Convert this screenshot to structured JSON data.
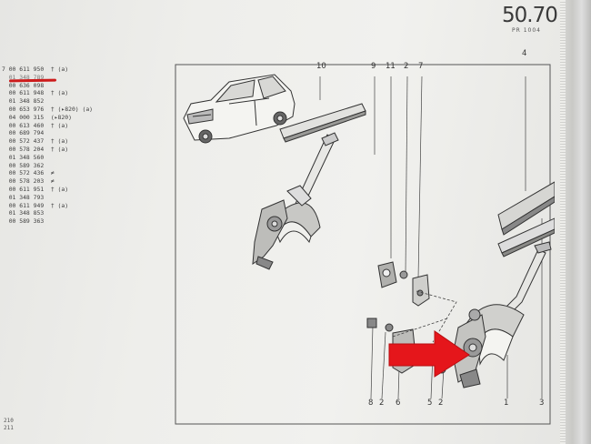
{
  "header": {
    "section_code": "50.70",
    "section_sub": "PR 1004"
  },
  "parts_list": [
    "7 00 611 950  † (a)",
    "  01 348 789",
    "  00 636 098",
    "  00 611 948  † (a)",
    "  01 348 852",
    "  00 653 976  † (▸820) (a)",
    "  04 000 315  (▸820)",
    "  00 613 460  † (a)",
    "  00 689 794",
    "  00 572 437  † (a)",
    "  00 578 204  † (a)",
    "  01 348 560",
    "  00 589 362",
    "  00 572 436  ≠",
    "  00 578 203  ≠",
    "  00 611 951  † (a)",
    "  01 348 793",
    "  00 611 949  † (a)",
    "  01 348 853",
    "  00 589 363"
  ],
  "page_numbers": {
    "left_bottom": "210",
    "left_bottom_2": "211"
  },
  "diagram": {
    "top_labels": [
      "10",
      "9",
      "11",
      "2",
      "7",
      "4"
    ],
    "bottom_labels": [
      "8",
      "2",
      "6",
      "5",
      "2",
      "1",
      "3"
    ]
  },
  "colors": {
    "paper": "#eeeeeb",
    "ink": "#333333",
    "accent_red": "#e5161b"
  }
}
